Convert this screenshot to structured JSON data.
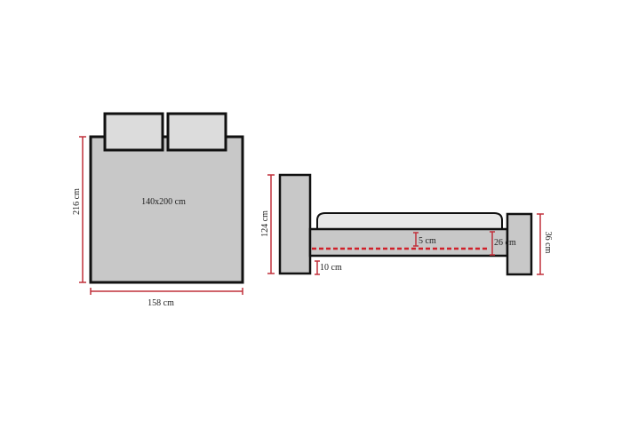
{
  "top_view": {
    "mattress_label": "140x200 cm",
    "length_label": "216 cm",
    "width_label": "158 cm"
  },
  "side_view": {
    "headboard_height_label": "124 cm",
    "footboard_height_label": "36 cm",
    "frame_height_label": "26 cm",
    "mattress_depth_label": "5 cm",
    "clearance_label": "10 cm"
  },
  "colors": {
    "dimension": "#c0303a",
    "fill": "#c8c8c8",
    "pillow": "#dcdcdc",
    "outline": "#111111"
  }
}
